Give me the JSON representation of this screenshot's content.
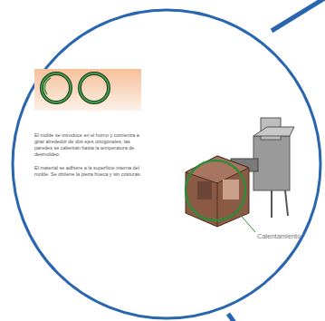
{
  "diagram": {
    "labels": [
      "El molde se introduce en el horno y comienza a girar alrededor de dos ejes ortogonales; las paredes se calientan hasta la temperatura de desmoldeo.",
      "El material se adhiere a la superficie interna del molde. Se obtiene la pieza hueca y sin costuras.",
      "Calentamiento"
    ]
  }
}
